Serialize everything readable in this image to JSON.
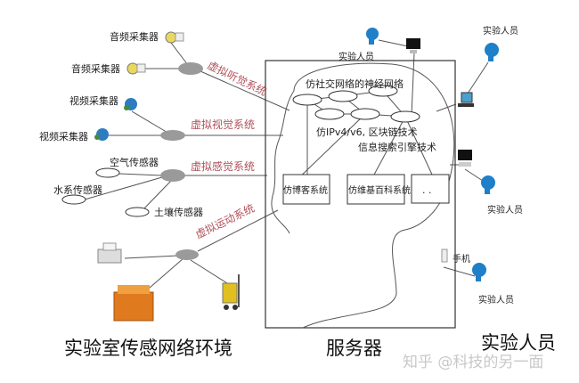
{
  "sensors": {
    "audio_1": "音频采集器",
    "audio_2": "音频采集器",
    "video_1": "视频采集器",
    "video_2": "视频采集器",
    "air": "空气传感器",
    "water": "水系传感器",
    "soil": "土壤传感器"
  },
  "systems": {
    "hearing": "虚拟听觉系统",
    "vision": "虚拟视觉系统",
    "sensing": "虚拟感觉系统",
    "motion": "虚拟运动系统"
  },
  "server": {
    "neural_net": "仿社交网络的神经网络",
    "tech_1": "仿IPv4/v6, 区块链技术",
    "tech_2": "信息搜索引擎技术",
    "box_blog": "仿博客系统",
    "box_wiki": "仿维基百科系统",
    "box_more": ". ."
  },
  "people": {
    "p1": "实验人员",
    "p2": "实验人员",
    "p3": "实验人员",
    "p4": "实验人员",
    "phone": "手机"
  },
  "captions": {
    "lab": "实验室传感网络环境",
    "server": "服务器",
    "people": "实验人员"
  },
  "watermark": "知乎 @科技的另一面",
  "colors": {
    "system_label": "#b0505a",
    "hub": "#9a9a9a",
    "person": "#1f7fc8"
  }
}
